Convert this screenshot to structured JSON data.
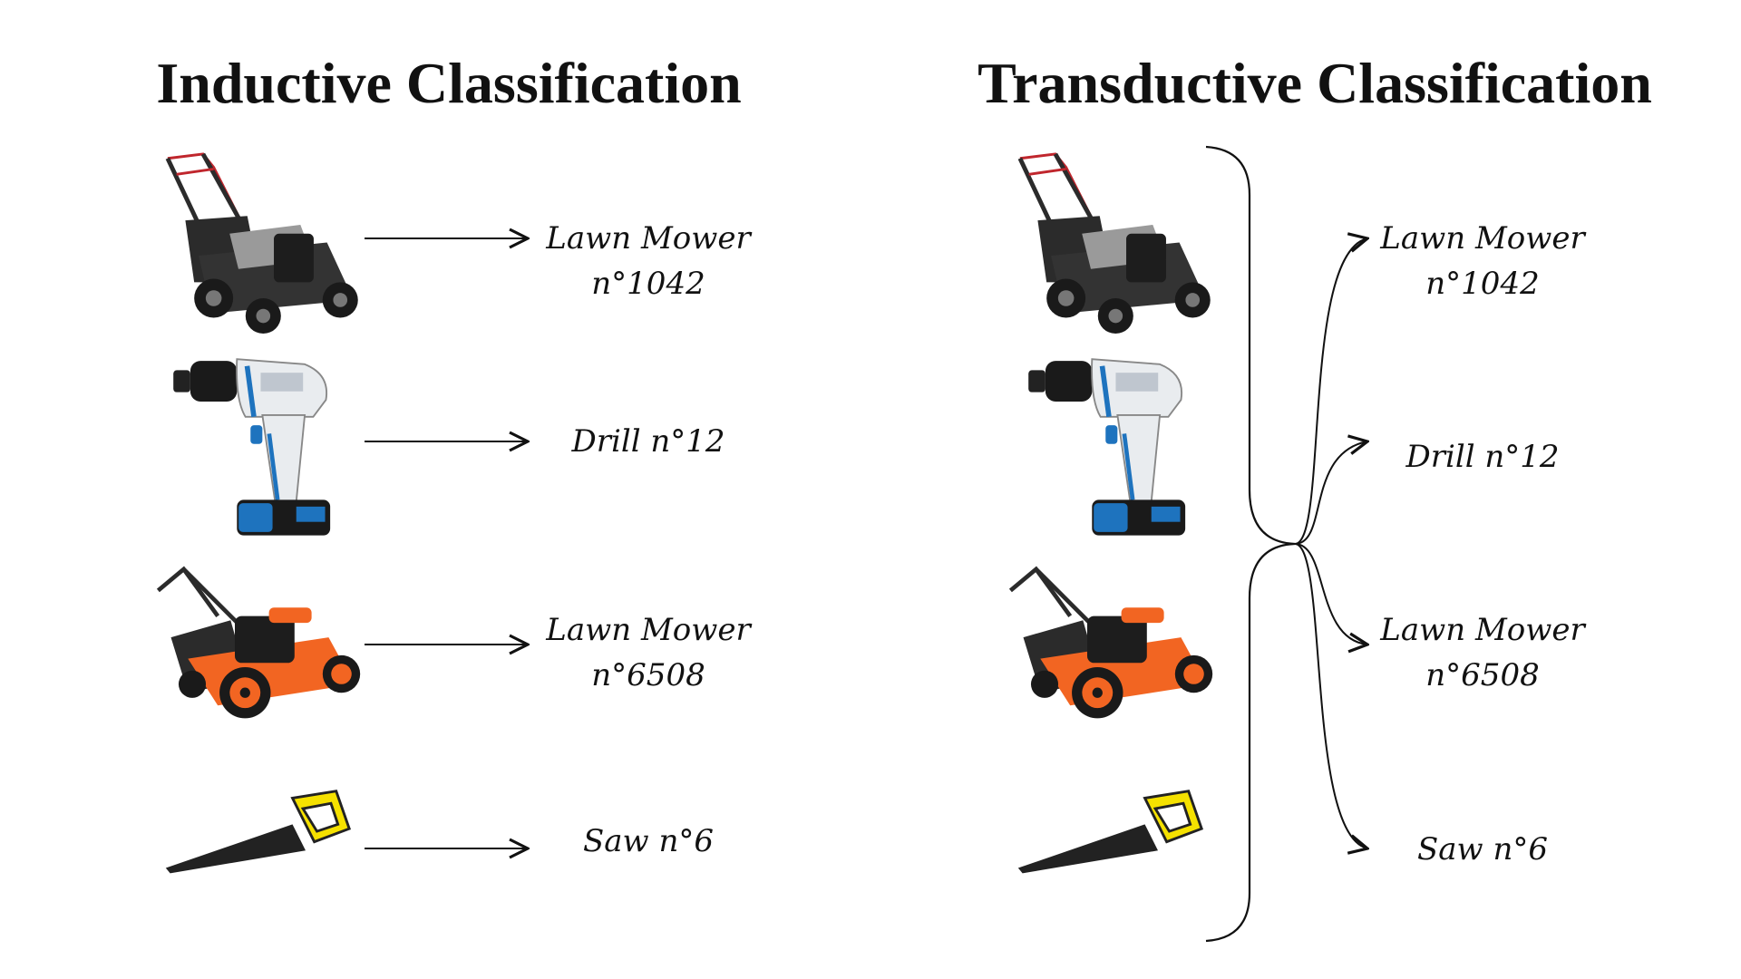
{
  "titles": {
    "inductive": "Inductive Classification",
    "transductive": "Transductive Classification"
  },
  "items": [
    {
      "object": "lawn-mower-black",
      "line1": "Lawn Mower",
      "line2": "n°1042"
    },
    {
      "object": "cordless-drill-blue",
      "line1": "Drill n°12",
      "line2": ""
    },
    {
      "object": "lawn-mower-orange",
      "line1": "Lawn Mower",
      "line2": "n°6508"
    },
    {
      "object": "hand-saw-yellow",
      "line1": "Saw n°6",
      "line2": ""
    }
  ],
  "colors": {
    "ink": "#111111",
    "mower_body_dark": "#2b2b2b",
    "mower_cover_gray": "#9a9a9a",
    "mower_orange": "#f26522",
    "drill_white": "#e9ecef",
    "drill_blue": "#1e73be",
    "saw_yellow": "#f5e100",
    "handle_red": "#c0262d"
  }
}
